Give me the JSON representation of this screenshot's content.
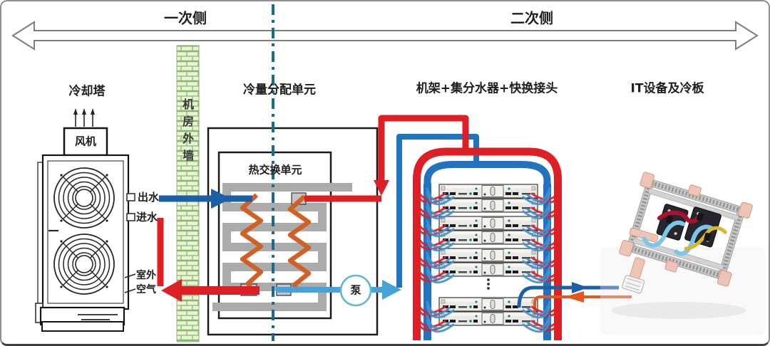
{
  "header": {
    "primary_side": "一次侧",
    "secondary_side": "二次侧"
  },
  "sections": {
    "cooling_tower_label": "冷却塔",
    "cdu_label": "冷量分配单元",
    "rack_label": "机架+集分水器+快换接头",
    "it_label": "IT设备及冷板"
  },
  "wall": {
    "label": "机房外墙"
  },
  "cooling_tower": {
    "fan_label": "风机",
    "water_out": "出水",
    "water_in": "进水",
    "outdoor_air_line1": "室外",
    "outdoor_air_line2": "空气"
  },
  "cdu": {
    "heat_exchanger_label": "热交换单元",
    "pump_label": "泵"
  },
  "colors": {
    "red": "#dd1f26",
    "blue": "#1b5fa6",
    "arch_blue": "#2273bd",
    "light_blue": "#45a3da",
    "orange_coil": "#cf6128",
    "pipe_orange": "#e2571d",
    "teal_dash": "#176c8c",
    "wall_fill": "#e9f3d6",
    "wall_line": "#8ab66e",
    "gray_pipe": "#ababab"
  }
}
